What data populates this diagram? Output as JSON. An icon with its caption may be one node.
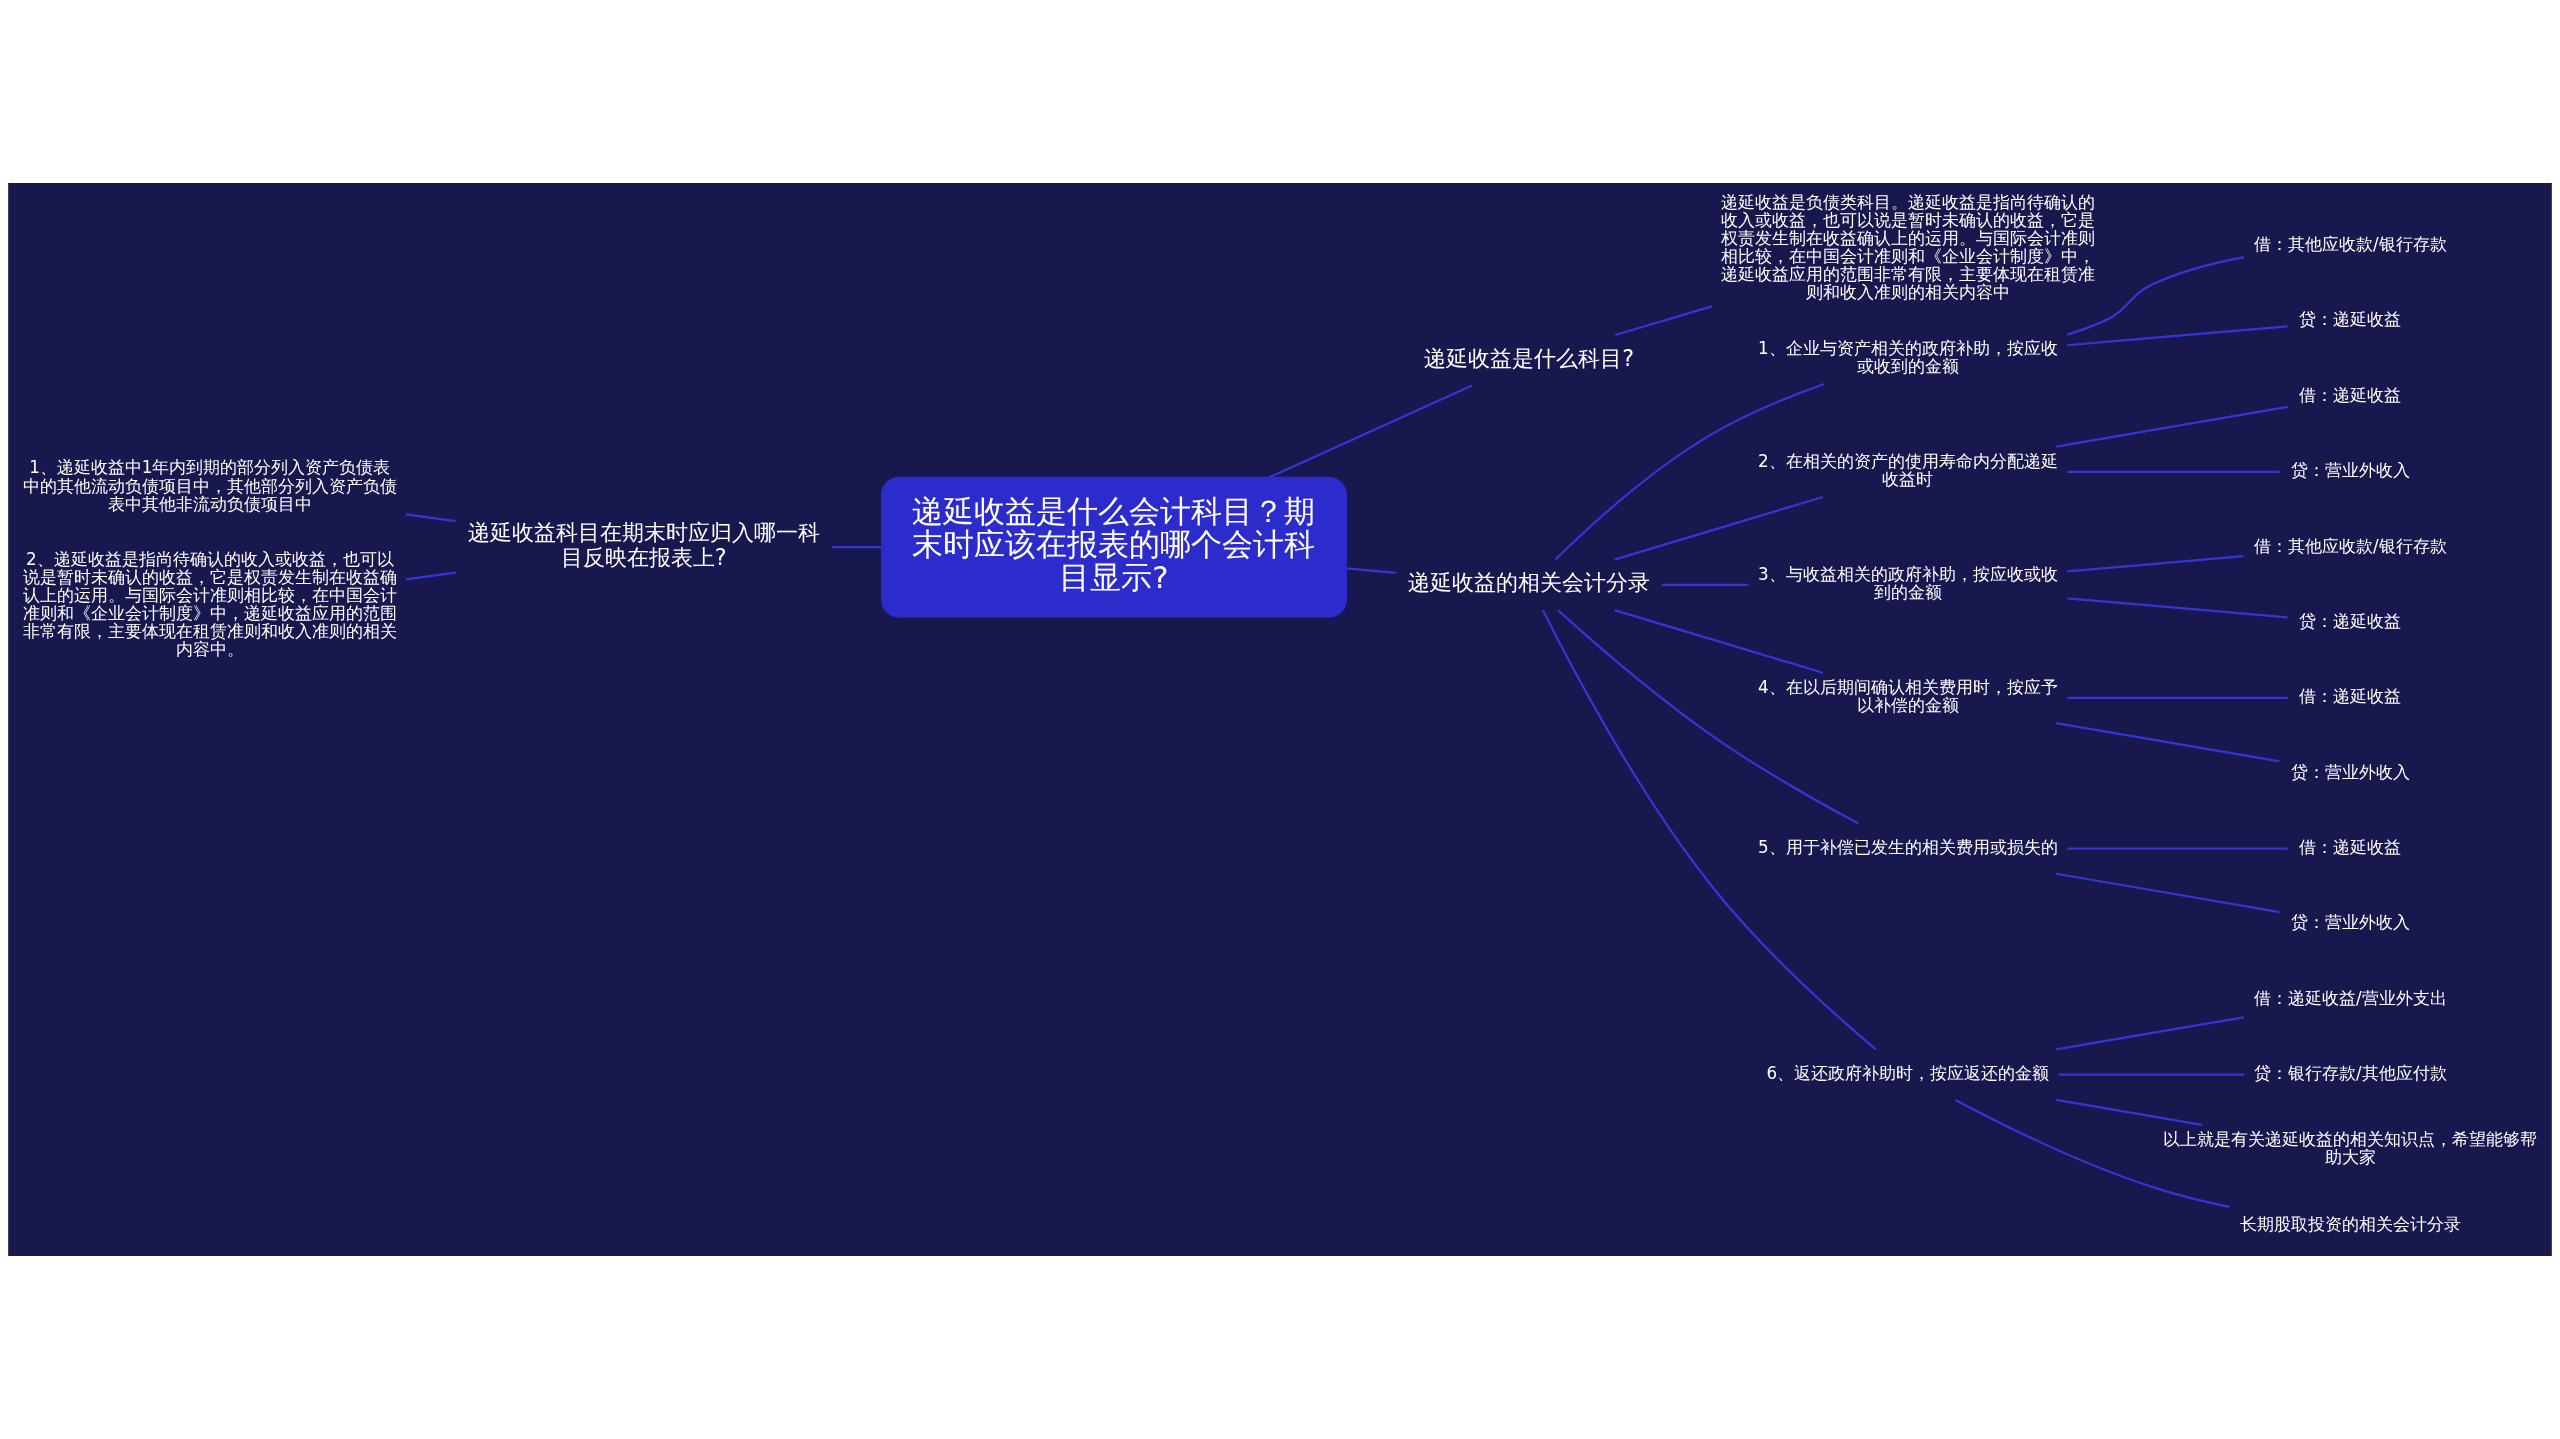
{
  "diagram": {
    "nodes": [
      {
        "text": [
          "递延收益是什么会计科目？期末时应该在报表的哪个会计科目显示?"
        ]
      },
      {
        "text": [
          "递延收益是什么科目?"
        ]
      },
      {
        "text": [
          "递延收益是负债类科目。递延收益是指尚待确认的收入或收益，也可以说是暂时未确认的收益，它是权责发生制在收益确认上的运用。与国际会计准则相比较，在中国会计准则和《企业会计制度》中，递延收益应用的范围非常有限，主要体现在租赁准则和收入准则的相关内容中"
        ]
      },
      {
        "text": [
          "递延收益的相关会计分录"
        ]
      },
      {
        "text": [
          "1、企业与资产相关的政府补助，按应收或收到的金额"
        ]
      },
      {
        "text": [
          "借：其他应收款/银行存款"
        ]
      },
      {
        "text": [
          "贷：递延收益"
        ]
      },
      {
        "text": [
          "2、在相关的资产的使用寿命内分配递延收益时"
        ]
      },
      {
        "text": [
          "借：递延收益"
        ]
      },
      {
        "text": [
          "贷：营业外收入"
        ]
      },
      {
        "text": [
          "3、与收益相关的政府补助，按应收或收到的金额"
        ]
      },
      {
        "text": [
          "借：其他应收款/银行存款"
        ]
      },
      {
        "text": [
          "贷：递延收益"
        ]
      },
      {
        "text": [
          "4、在以后期间确认相关费用时，按应予以补偿的金额"
        ]
      },
      {
        "text": [
          "借：递延收益"
        ]
      },
      {
        "text": [
          "贷：营业外收入"
        ]
      },
      {
        "text": [
          "5、用于补偿已发生的相关费用或损失的"
        ]
      },
      {
        "text": [
          "借：递延收益"
        ]
      },
      {
        "text": [
          "贷：营业外收入"
        ]
      },
      {
        "text": [
          "6、返还政府补助时，按应返还的金额"
        ]
      },
      {
        "text": [
          "借：递延收益/营业外支出"
        ]
      },
      {
        "text": [
          "贷：银行存款/其他应付款"
        ]
      },
      {
        "text": [
          "以上就是有关递延收益的相关知识点，希望能够帮助大家"
        ]
      },
      {
        "text": [
          "长期股取投资的相关会计分录"
        ]
      },
      {
        "text": [
          "递延收益科目在期末时应归入哪一科目反映在报表上?"
        ]
      },
      {
        "text": [
          "1、递延收益中1年内到期的部分列入资产负债表中的其他流动负债项目中，其他部分列入资产负债表中其他非流动负债项目中"
        ]
      },
      {
        "text": [
          "2、递延收益是指尚待确认的收入或收益，也可以说是暂时未确认的收益，它是权责发生制在收益确认上的运用。与国际会计准则相比较，在中国会计准则和《企业会计制度》中，递延收益应用的范围非常有限，主要体现在租赁准则和收入准则的相关内容中。"
        ]
      }
    ],
    "edges": [
      {
        "from": 0,
        "to": 1,
        "arrow": "none"
      },
      {
        "from": 1,
        "to": 2,
        "arrow": "none"
      },
      {
        "from": 0,
        "to": 3,
        "arrow": "none"
      },
      {
        "from": 3,
        "to": 4,
        "arrow": "none"
      },
      {
        "from": 4,
        "to": 5,
        "arrow": "none"
      },
      {
        "from": 4,
        "to": 6,
        "arrow": "none"
      },
      {
        "from": 3,
        "to": 7,
        "arrow": "none"
      },
      {
        "from": 7,
        "to": 8,
        "arrow": "none"
      },
      {
        "from": 7,
        "to": 9,
        "arrow": "none"
      },
      {
        "from": 3,
        "to": 10,
        "arrow": "none"
      },
      {
        "from": 10,
        "to": 11,
        "arrow": "none"
      },
      {
        "from": 10,
        "to": 12,
        "arrow": "none"
      },
      {
        "from": 3,
        "to": 13,
        "arrow": "none"
      },
      {
        "from": 13,
        "to": 14,
        "arrow": "none"
      },
      {
        "from": 13,
        "to": 15,
        "arrow": "none"
      },
      {
        "from": 3,
        "to": 16,
        "arrow": "none"
      },
      {
        "from": 16,
        "to": 17,
        "arrow": "none"
      },
      {
        "from": 16,
        "to": 18,
        "arrow": "none"
      },
      {
        "from": 3,
        "to": 19,
        "arrow": "none"
      },
      {
        "from": 19,
        "to": 20,
        "arrow": "none"
      },
      {
        "from": 19,
        "to": 21,
        "arrow": "none"
      },
      {
        "from": 19,
        "to": 22,
        "arrow": "none"
      },
      {
        "from": 19,
        "to": 23,
        "arrow": "none"
      },
      {
        "from": 0,
        "to": 24,
        "arrow": "none"
      },
      {
        "from": 24,
        "to": 25,
        "arrow": "none"
      },
      {
        "from": 24,
        "to": 26,
        "arrow": "none"
      }
    ]
  }
}
